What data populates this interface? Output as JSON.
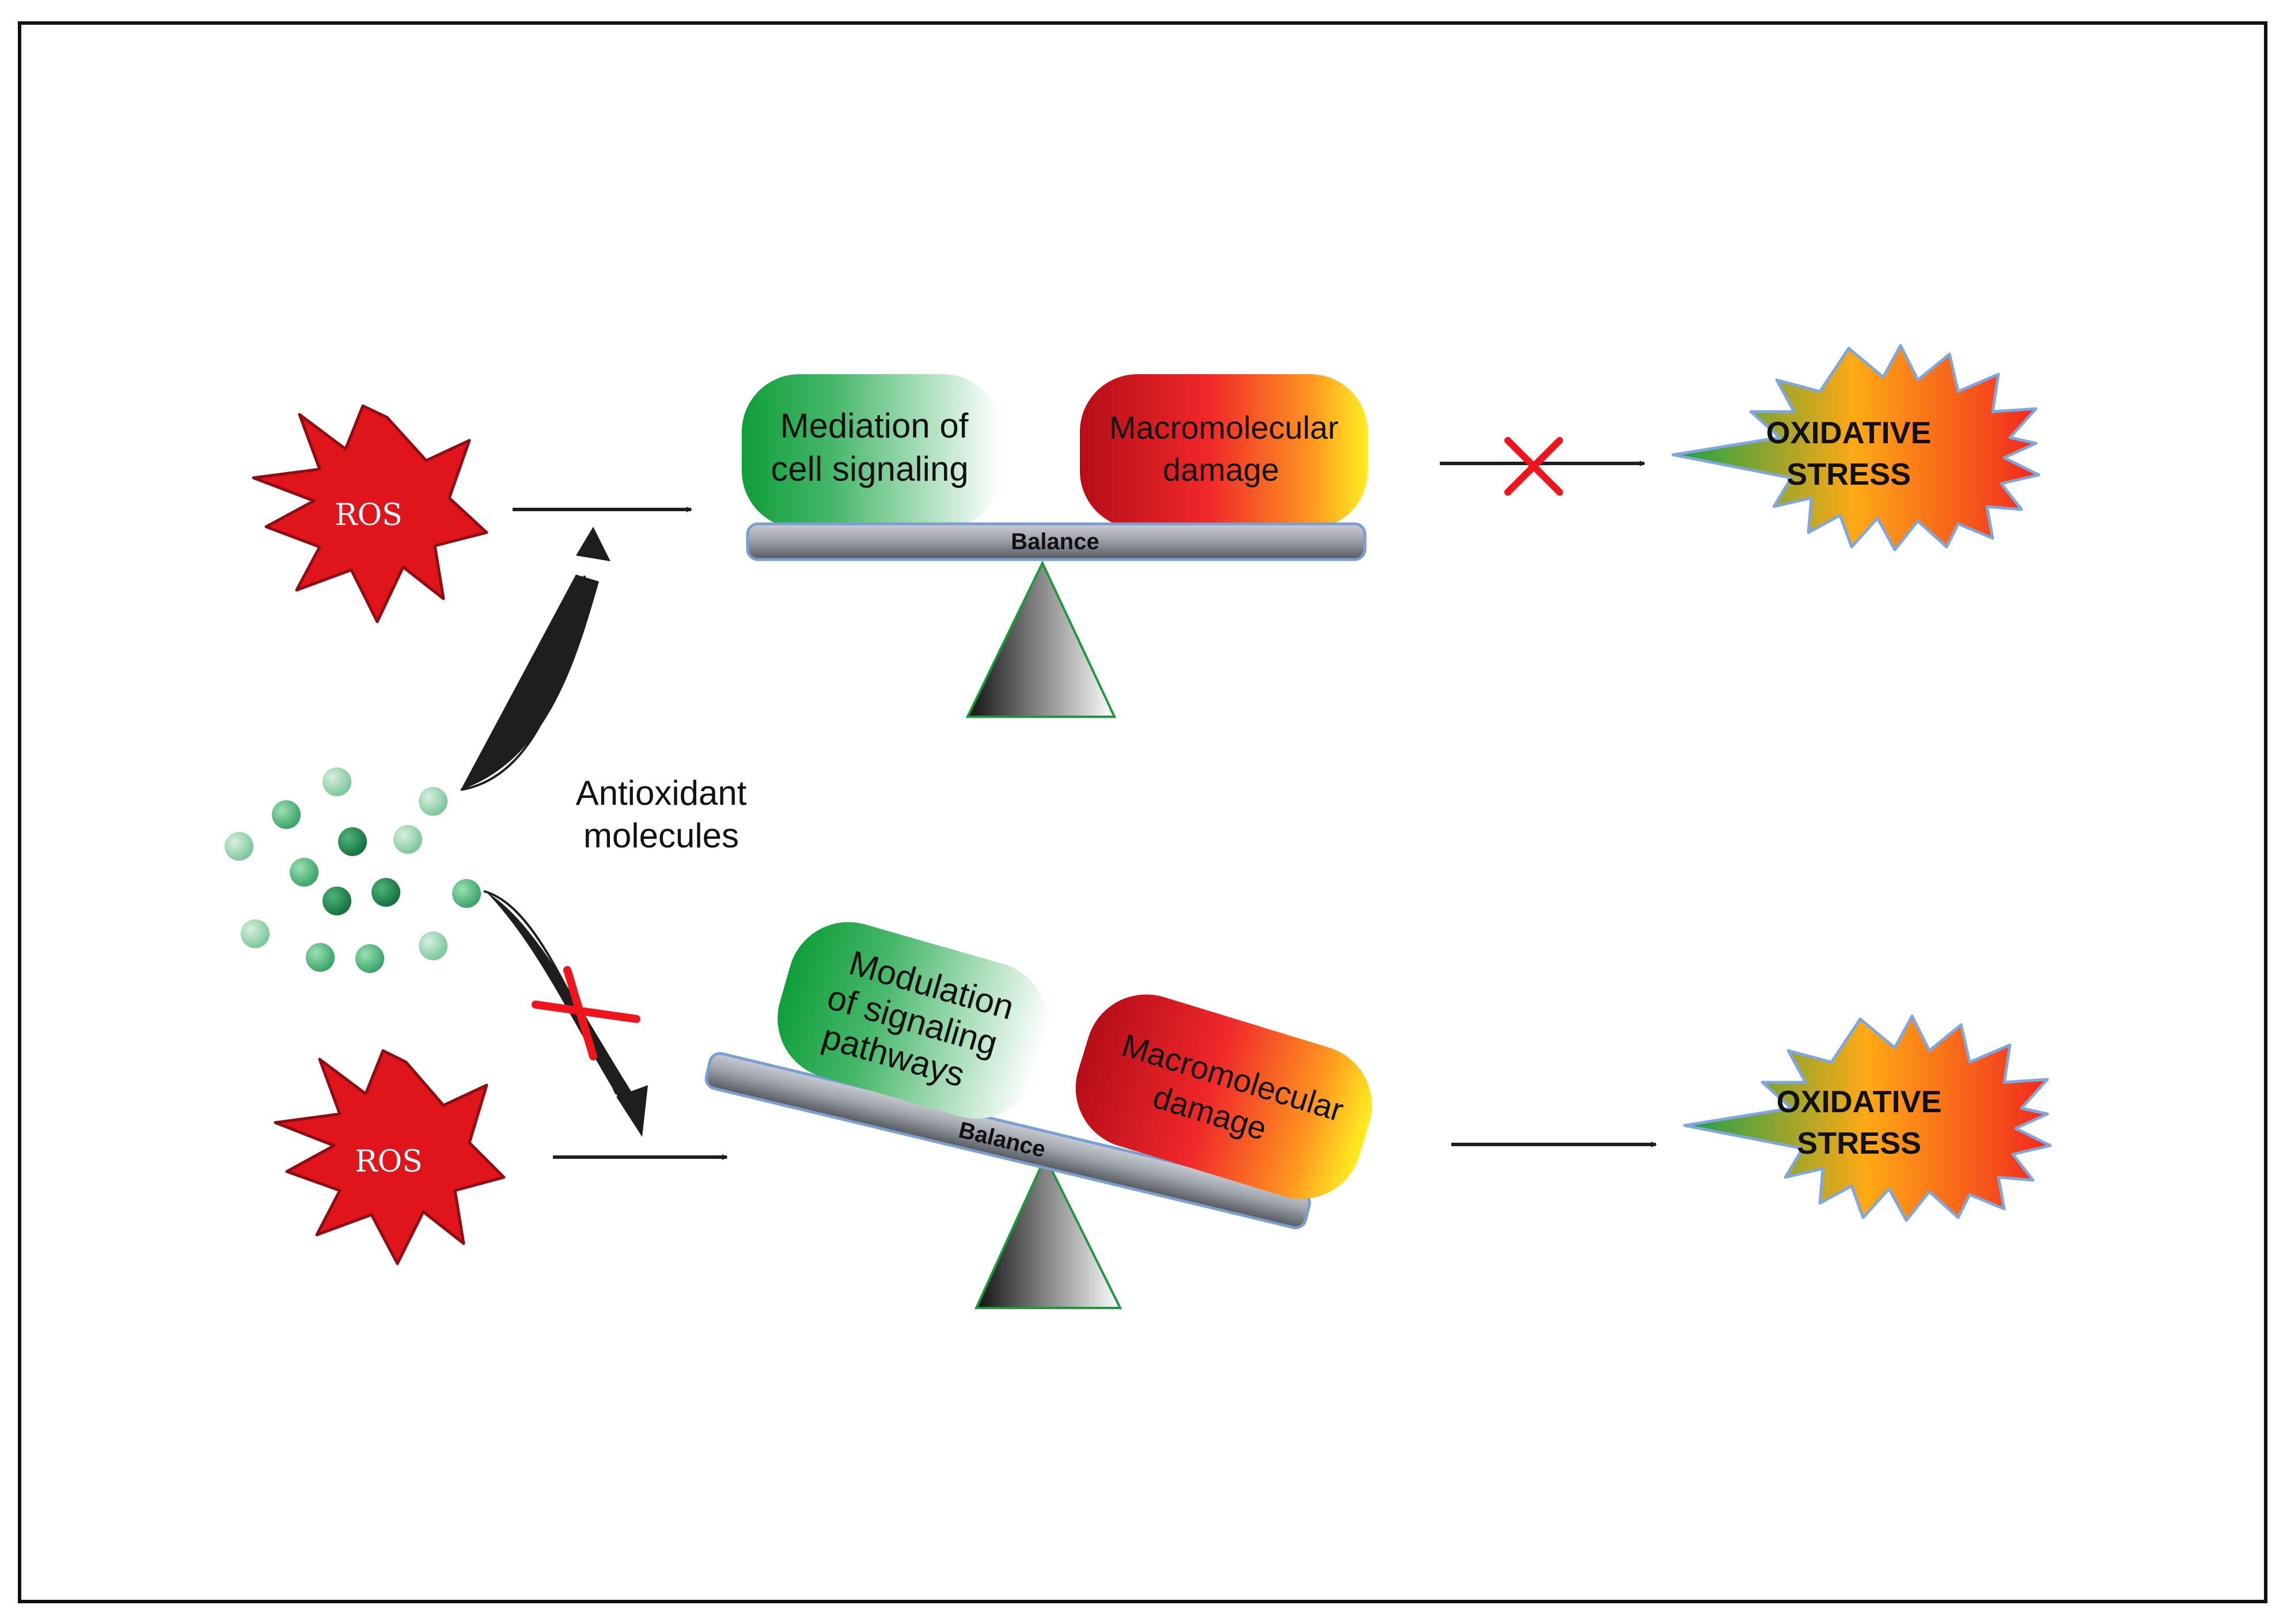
{
  "top_panel": {
    "ros_label": "ROS",
    "left_pill": [
      "Mediation of",
      "cell signaling"
    ],
    "right_pill": [
      "Macromolecular",
      "damage"
    ],
    "beam_label": "Balance",
    "outcome": [
      "OXIDATIVE",
      "STRESS"
    ]
  },
  "antioxidants": {
    "label": [
      "Antioxidant",
      "molecules"
    ]
  },
  "bottom_panel": {
    "ros_label": "ROS",
    "left_pill": [
      "Modulation",
      "of signaling",
      "pathways"
    ],
    "right_pill": [
      "Macromolecular",
      "damage"
    ],
    "beam_label": "Balance",
    "outcome": [
      "OXIDATIVE",
      "STRESS"
    ]
  },
  "colors": {
    "ros_red": "#e0141b",
    "ros_stroke": "#8f0d12",
    "signal_green": "#0f9e3a",
    "damage_red": "#c0101a",
    "damage_yellow": "#ffee22",
    "block_red": "#f0141c",
    "arrow": "#1e1e1e"
  }
}
